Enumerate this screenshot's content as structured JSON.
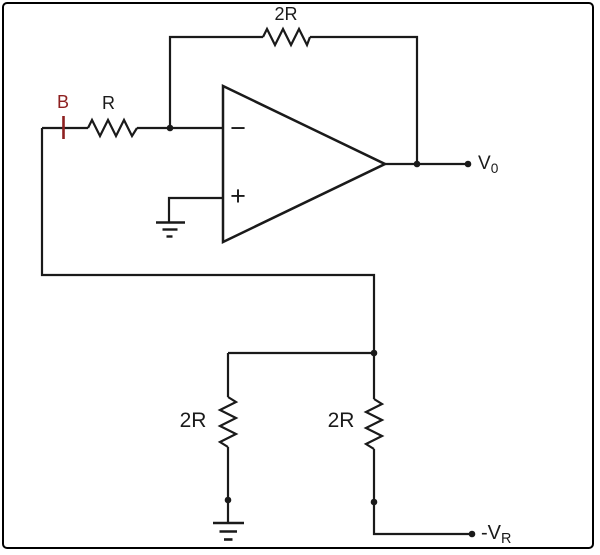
{
  "diagram": {
    "kind": "op-amp circuit schematic",
    "colors": {
      "wire": "#1a1a1a",
      "node_marker": "#8e2020",
      "background": "#ffffff",
      "border": "#000000"
    },
    "labels": {
      "feedback_resistor": "2R",
      "input_node": "B",
      "input_resistor": "R",
      "opamp_inverting_input": "−",
      "opamp_noninverting_input": "+",
      "output_name": "V",
      "output_subscript": "0",
      "ladder_resistor_left": "2R",
      "ladder_resistor_right": "2R",
      "reference_name": "-V",
      "reference_subscript": "R"
    }
  }
}
